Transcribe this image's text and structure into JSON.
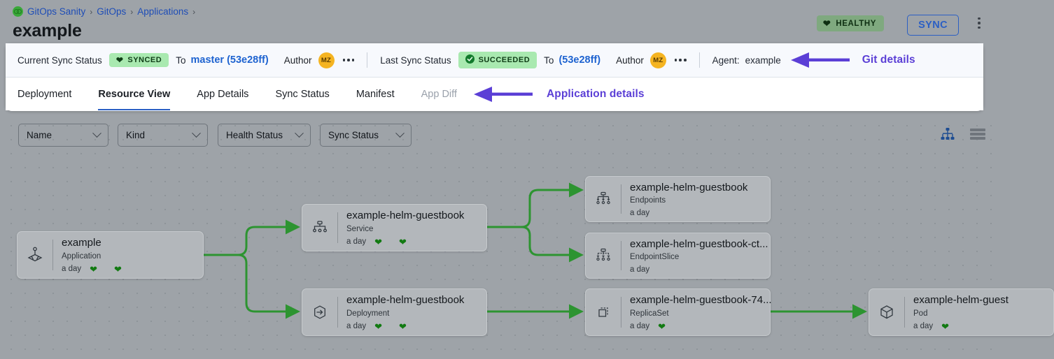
{
  "breadcrumb": {
    "logo_icon": "gitops-logo-icon",
    "items": [
      "GitOps Sanity",
      "GitOps",
      "Applications"
    ],
    "separator": "›"
  },
  "header": {
    "title": "example",
    "healthy_badge": {
      "label": "HEALTHY",
      "icon": "heart-icon",
      "color": "#7fa97f"
    },
    "sync_button": {
      "label": "SYNC",
      "color": "#2b5fc4"
    },
    "kebab_icon": "more-vertical-icon"
  },
  "syncbar": {
    "current_label": "Current Sync Status",
    "current_pill": {
      "label": "SYNCED",
      "icon": "heart-icon",
      "color": "#a9e9b0"
    },
    "current_to_word": "To",
    "current_revision": "master (53e28ff)",
    "current_author_word": "Author",
    "current_author_initials": "MZ",
    "last_label": "Last Sync Status",
    "last_pill": {
      "label": "SUCCEEDED",
      "icon": "check-circle-icon",
      "color": "#a9e9b0"
    },
    "last_to_word": "To",
    "last_revision": "(53e28ff)",
    "last_author_word": "Author",
    "last_author_initials": "MZ",
    "agent_label": "Agent:",
    "agent_value": "example",
    "annotation": "Git details",
    "annotation_color": "#5b3fd6"
  },
  "tabs": [
    {
      "label": "Deployment",
      "active": false,
      "dim": false
    },
    {
      "label": "Resource View",
      "active": true,
      "dim": false
    },
    {
      "label": "App Details",
      "active": false,
      "dim": false
    },
    {
      "label": "Sync Status",
      "active": false,
      "dim": false
    },
    {
      "label": "Manifest",
      "active": false,
      "dim": false
    },
    {
      "label": "App Diff",
      "active": false,
      "dim": true
    }
  ],
  "tabs_annotation": "Application details",
  "filters": [
    {
      "label": "Name",
      "icon": "chevron-down-icon"
    },
    {
      "label": "Kind",
      "icon": "chevron-down-icon"
    },
    {
      "label": "Health Status",
      "icon": "chevron-down-icon"
    },
    {
      "label": "Sync Status",
      "icon": "chevron-down-icon"
    }
  ],
  "view_toggle": [
    {
      "name": "tree-view-icon",
      "active": true,
      "color": "#1e4d92"
    },
    {
      "name": "list-view-icon",
      "active": false,
      "color": "#6f757c"
    }
  ],
  "graph": {
    "nodes": [
      {
        "id": "app",
        "name": "example",
        "kind": "Application",
        "age": "a day",
        "icon": "application-icon",
        "hearts": 2
      },
      {
        "id": "svc",
        "name": "example-helm-guestbook",
        "kind": "Service",
        "age": "a day",
        "icon": "service-icon",
        "hearts": 2
      },
      {
        "id": "dep",
        "name": "example-helm-guestbook",
        "kind": "Deployment",
        "age": "a day",
        "icon": "deployment-icon",
        "hearts": 2
      },
      {
        "id": "ep",
        "name": "example-helm-guestbook",
        "kind": "Endpoints",
        "age": "a day",
        "icon": "endpoints-icon",
        "hearts": 0
      },
      {
        "id": "eps",
        "name": "example-helm-guestbook-ct...",
        "kind": "EndpointSlice",
        "age": "a day",
        "icon": "endpointslice-icon",
        "hearts": 0
      },
      {
        "id": "rs",
        "name": "example-helm-guestbook-74...",
        "kind": "ReplicaSet",
        "age": "a day",
        "icon": "replicaset-icon",
        "hearts": 1
      },
      {
        "id": "pod",
        "name": "example-helm-guest",
        "kind": "Pod",
        "age": "a day",
        "icon": "pod-icon",
        "hearts": 1
      }
    ],
    "edge_color": "#2d9431"
  }
}
